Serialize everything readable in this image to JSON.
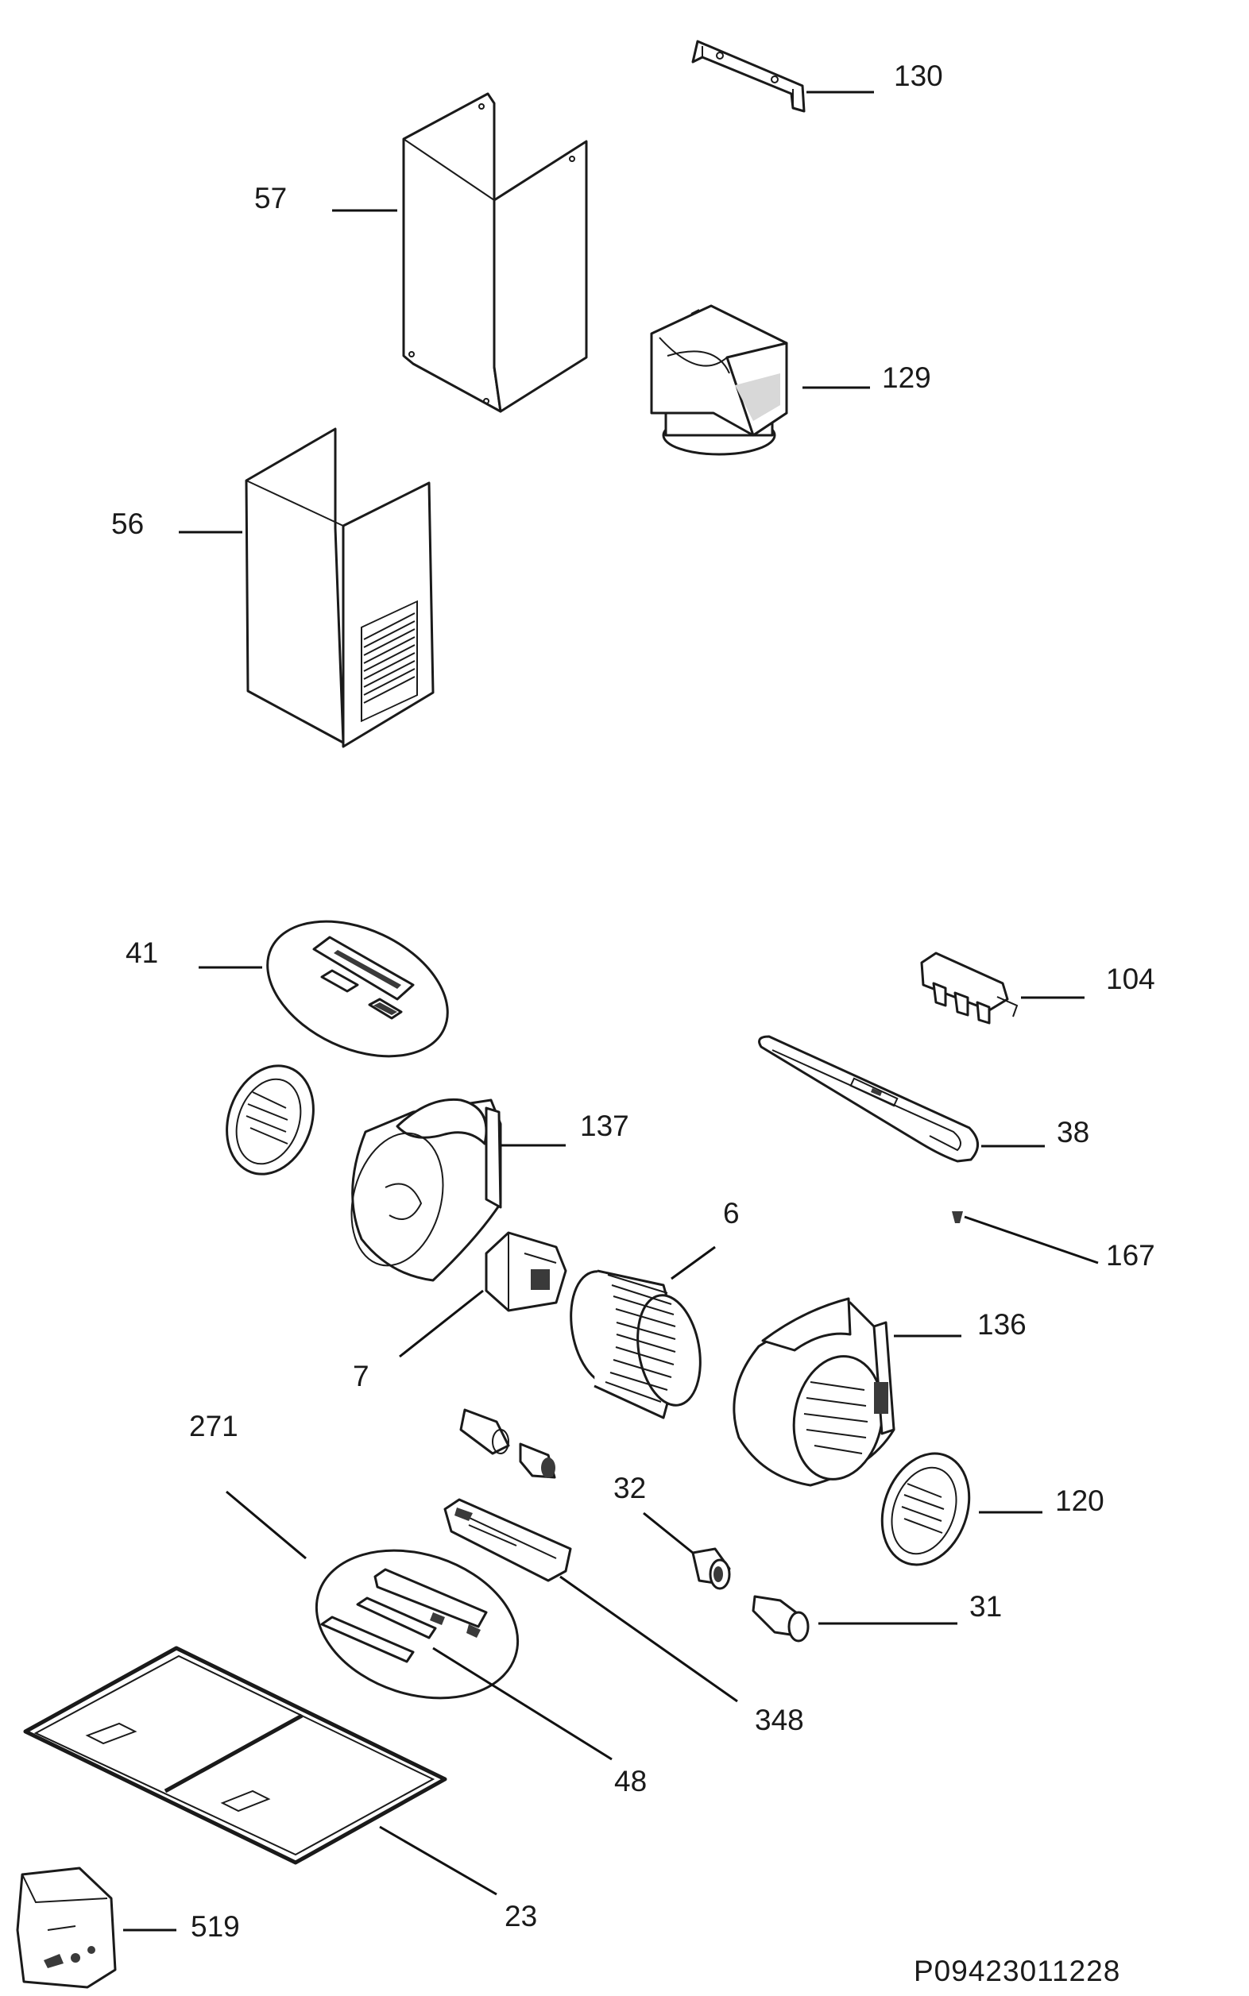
{
  "diagram_code": "P09423011228",
  "parts": {
    "p130": "130",
    "p57": "57",
    "p129": "129",
    "p56": "56",
    "p41": "41",
    "p104": "104",
    "p137": "137",
    "p38": "38",
    "p6": "6",
    "p167": "167",
    "p136": "136",
    "p7": "7",
    "p271": "271",
    "p120": "120",
    "p32": "32",
    "p31": "31",
    "p348": "348",
    "p48": "48",
    "p23": "23",
    "p519": "519"
  }
}
